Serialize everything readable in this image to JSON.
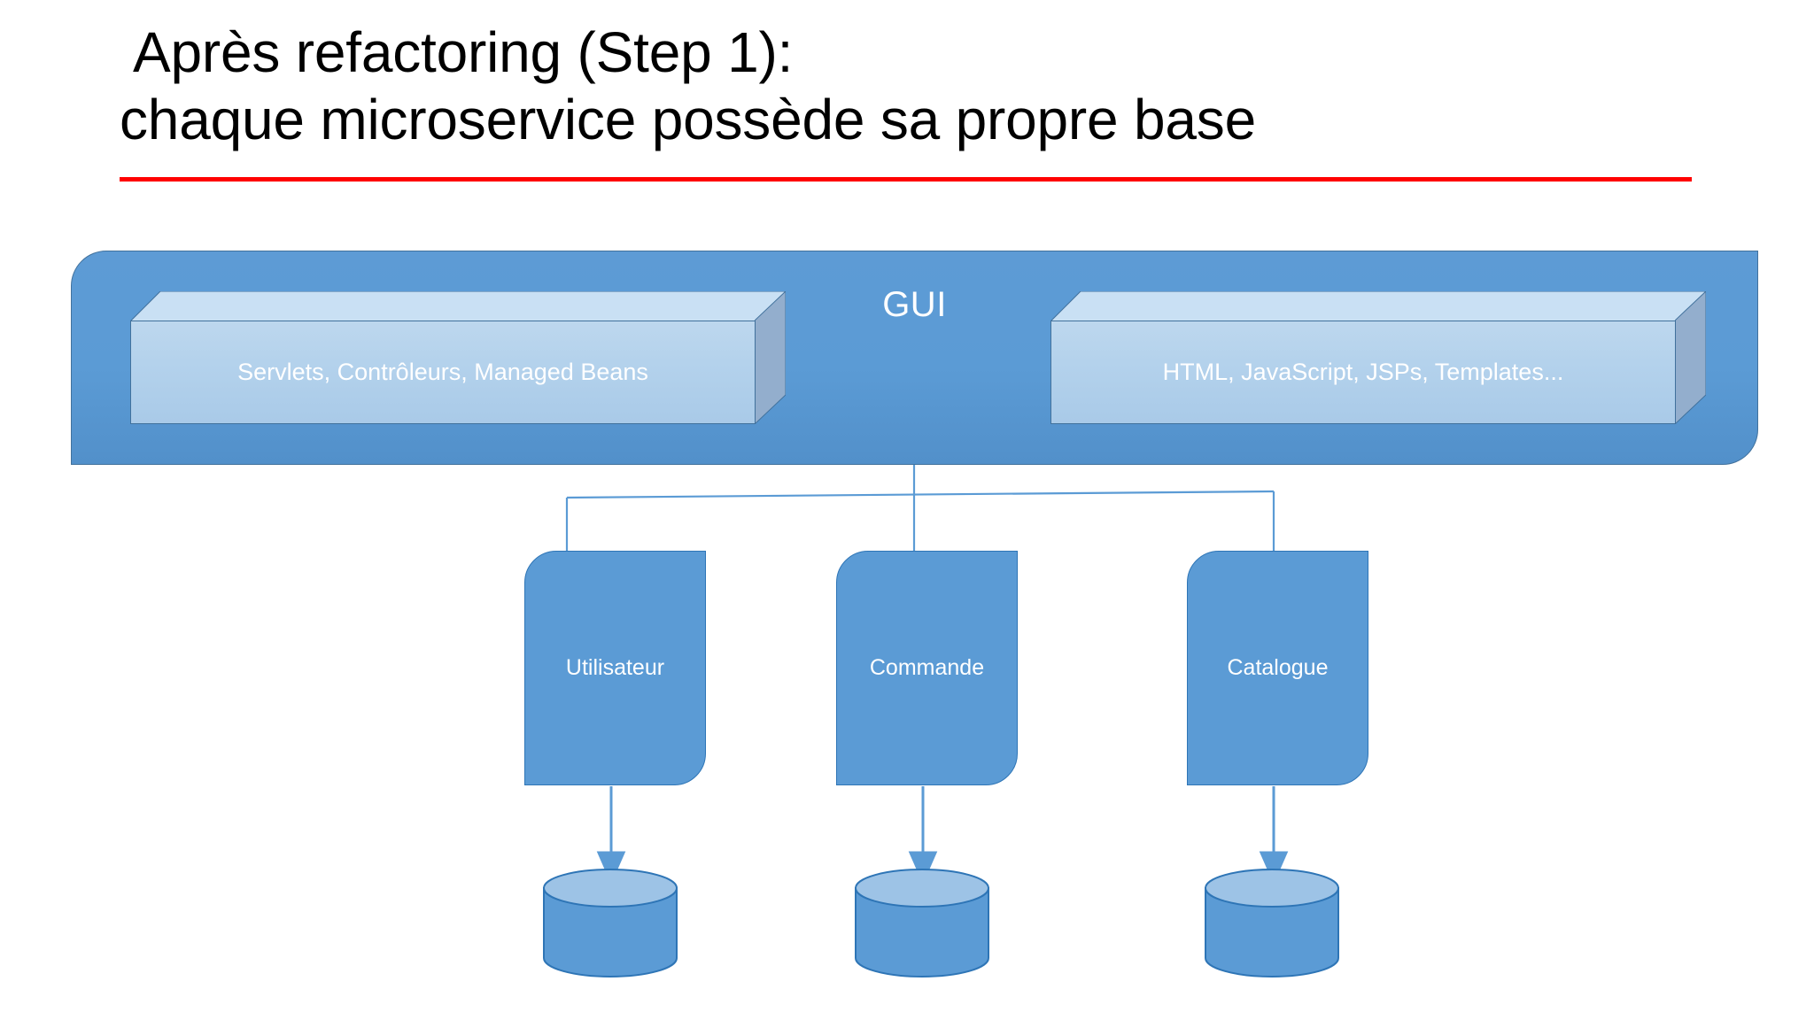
{
  "slide": {
    "background_color": "#ffffff",
    "title": {
      "line1": "Après refactoring (Step 1):",
      "line2": "chaque microservice possède sa propre base",
      "underline_color": "#FF0000",
      "text_color": "#000000"
    },
    "gui_layer": {
      "label": "GUI",
      "fill_color": "#5B9BD5",
      "border_color": "#41719C",
      "label_color": "#FFFFFF",
      "boxes": [
        {
          "name": "server-side-box",
          "label": "Servlets, Contrôleurs, Managed Beans",
          "face_color": "#BDD7EE",
          "top_color": "#C7DEF2",
          "side_color": "#8FAADC"
        },
        {
          "name": "client-side-box",
          "label": "HTML, JavaScript, JSPs, Templates...",
          "face_color": "#BDD7EE",
          "top_color": "#C7DEF2",
          "side_color": "#8FAADC"
        }
      ]
    },
    "microservices": [
      {
        "name": "utilisateur",
        "label": "Utilisateur",
        "fill_color": "#5B9BD5",
        "border_color": "#2E75B6"
      },
      {
        "name": "commande",
        "label": "Commande",
        "fill_color": "#5B9BD5",
        "border_color": "#2E75B6"
      },
      {
        "name": "catalogue",
        "label": "Catalogue",
        "fill_color": "#5B9BD5",
        "border_color": "#2E75B6"
      }
    ],
    "databases": [
      {
        "name": "database-utilisateur",
        "label": "",
        "fill_color": "#5B9BD5",
        "top_color": "#9DC3E6",
        "border_color": "#2E75B6"
      },
      {
        "name": "database-commande",
        "label": "",
        "fill_color": "#5B9BD5",
        "top_color": "#9DC3E6",
        "border_color": "#2E75B6"
      },
      {
        "name": "database-catalogue",
        "label": "",
        "fill_color": "#5B9BD5",
        "top_color": "#9DC3E6",
        "border_color": "#2E75B6"
      }
    ],
    "connectors": {
      "line_color": "#5B9BD5",
      "arrow_color": "#5B9BD5",
      "description": "GUI layer branches to three microservices; each microservice has an arrow to its own database"
    }
  }
}
